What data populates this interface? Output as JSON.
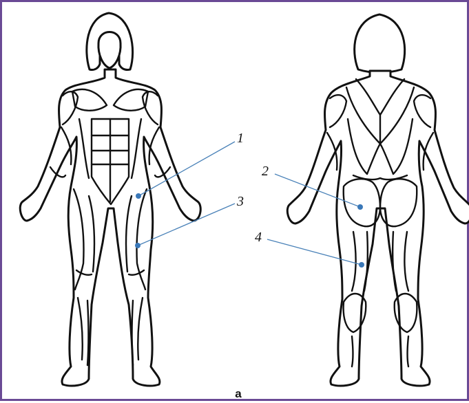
{
  "panel_label": "a",
  "markers": [
    {
      "id": "1",
      "label": "1"
    },
    {
      "id": "2",
      "label": "2"
    },
    {
      "id": "3",
      "label": "3"
    },
    {
      "id": "4",
      "label": "4"
    }
  ],
  "colors": {
    "frame": "#6a4a95",
    "leader": "#4a82b8",
    "dot": "#3a78b8",
    "ink": "#111111"
  }
}
